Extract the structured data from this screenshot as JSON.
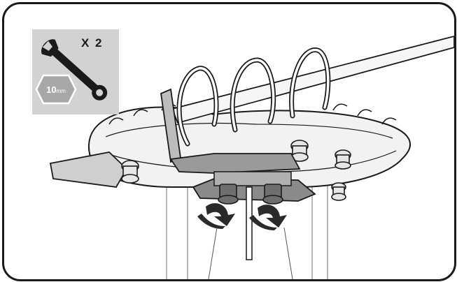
{
  "tool_badge": {
    "quantity": "X 2",
    "size_value": "10",
    "size_unit": "mm",
    "icon": "wrench-icon",
    "background": "#d2d2d2"
  },
  "illustration": {
    "icons": [
      "spring-icon",
      "bracket-icon",
      "bolt-icon",
      "rotate-arrow-icon",
      "rotate-arrow-icon"
    ],
    "line_color": "#1a1a1a",
    "shade_color": "#8a8a8a"
  }
}
